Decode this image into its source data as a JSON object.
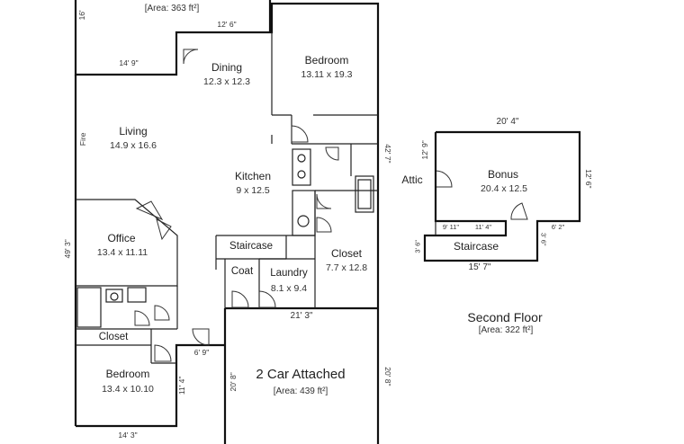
{
  "first_floor": {
    "top_area": "[Area: 363 ft²]",
    "rooms": {
      "dining": {
        "name": "Dining",
        "dims": "12.3 x 12.3"
      },
      "bedroom_upper": {
        "name": "Bedroom",
        "dims": "13.11 x 19.3"
      },
      "living": {
        "name": "Living",
        "dims": "14.9 x 16.6"
      },
      "kitchen": {
        "name": "Kitchen",
        "dims": "9 x 12.5"
      },
      "office": {
        "name": "Office",
        "dims": "13.4 x 11.11"
      },
      "staircase": {
        "name": "Staircase"
      },
      "coat": {
        "name": "Coat"
      },
      "laundry": {
        "name": "Laundry",
        "dims": "8.1 x 9.4"
      },
      "closet_right": {
        "name": "Closet",
        "dims": "7.7 x 12.8"
      },
      "closet_left": {
        "name": "Closet"
      },
      "bedroom_lower": {
        "name": "Bedroom",
        "dims": "13.4 x 10.10"
      },
      "garage": {
        "name": "2 Car Attached",
        "area": "[Area: 439 ft²]"
      }
    },
    "fire_label": "Fire",
    "dimensions": {
      "d_16": "16'",
      "d_12_6": "12' 6\"",
      "d_14_9": "14' 9\"",
      "d_42_7": "42' 7\"",
      "d_49_3": "49' 3\"",
      "d_21_3": "21' 3\"",
      "d_6_9": "6' 9\"",
      "d_20_8_left": "20' 8\"",
      "d_20_8_right": "20' 8\"",
      "d_11_4": "11' 4\"",
      "d_14_3": "14' 3\""
    }
  },
  "second_floor": {
    "title": "Second Floor",
    "area": "[Area: 322 ft²]",
    "attic": "Attic",
    "bonus": {
      "name": "Bonus",
      "dims": "20.4 x 12.5"
    },
    "staircase": {
      "name": "Staircase"
    },
    "dimensions": {
      "d_20_4": "20' 4\"",
      "d_12_9": "12' 9\"",
      "d_12_6": "12' 6\"",
      "d_9_11": "9' 11\"",
      "d_11_4": "11' 4\"",
      "d_6_2": "6' 2\"",
      "d_3_6": "3' 6\"",
      "d_3_6b": "3' 6\"",
      "d_15_7": "15' 7\""
    }
  }
}
